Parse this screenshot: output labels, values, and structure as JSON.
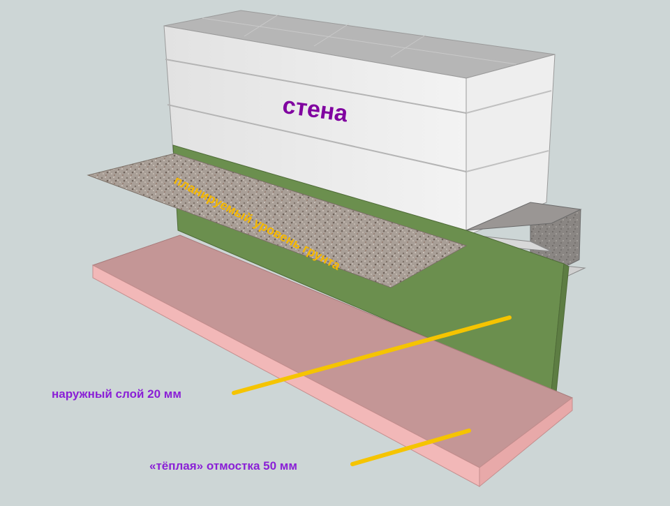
{
  "labels": {
    "wall": "стена",
    "ground_level": "планируемый уровень грунта",
    "outer_layer": "наружный слой 20 мм",
    "warm_blind_area": "«тёплая» отмостка 50 мм"
  },
  "colors": {
    "background": "#cdd6d6",
    "wall_front": "#e6e6e6",
    "wall_side": "#f0f0f0",
    "wall_top": "#b8b8b8",
    "green_insulation": "#6b8f4e",
    "pink_slab_top": "#c49696",
    "pink_slab_edge": "#f2b8b8",
    "gravel": "#a89e96",
    "leader_lines": "#f5c400",
    "wall_label": "#8000a0",
    "ground_label": "#f5b800",
    "callout_label": "#8a1fd6"
  }
}
